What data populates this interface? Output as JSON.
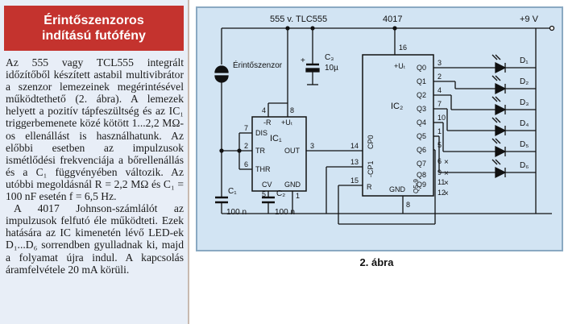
{
  "article": {
    "title_line1": "Érintőszenzoros",
    "title_line2": "indítású futófény",
    "paragraphs": [
      "Az 555 vagy TCL555 integrált időzítőből készített astabil multivibrátor a szenzor lemezeinek megérintésével működtethető (2. ábra). A lemezek helyett a pozitív tápfeszültség és az IC₁ triggerbemenete közé kötött 1...2,2 MΩ-os ellenállást is használhatunk. Az előbbi esetben az impulzusok ismétlődési frekvenciája a bőrellenállás és a C₁ függvényében változik. Az utóbbi megoldásnál R = 2,2 MΩ és C₁ = 100 nF esetén f = 6,5 Hz.",
      "A 4017 Johnson-számlálót az impulzusok felfutó éle működteti. Ezek hatására az IC kimenetén lévő LED-ek D₁...D₆ sorrendben gyulladnak ki, majd a folyamat újra indul. A kapcsolás áramfelvétele 20 mA körüli."
    ]
  },
  "schematic": {
    "ic1_name": "555 v. TLC555",
    "ic2_name": "4017",
    "supply": "+9 V",
    "sensor": "Érintőszenzor",
    "c3_name": "C₃",
    "c3_value": "10µ",
    "ic1_label": "IC₁",
    "ic2_label": "IC₂",
    "ic1_pins": {
      "reset": "-R",
      "vcc": "+Uₜ",
      "dis": "DIS",
      "tr": "TR",
      "thr": "THR",
      "out": "OUT",
      "cv": "CV",
      "gnd": "GND",
      "n4": "4",
      "n8": "8",
      "n7": "7",
      "n2": "2",
      "n6": "6",
      "n3": "3",
      "n5": "5",
      "n1": "1"
    },
    "ic2_pins": {
      "vcc": "+Uₜ",
      "cp0": "CP0",
      "cp1": "-CP1",
      "r": "R",
      "gnd": "GND",
      "q59": "Q5-9",
      "n16": "16",
      "n14": "14",
      "n13": "13",
      "n15": "15",
      "n8": "8",
      "n12": "12"
    },
    "outputs": [
      {
        "q": "Q0",
        "pin": "3"
      },
      {
        "q": "Q1",
        "pin": "2"
      },
      {
        "q": "Q2",
        "pin": "4"
      },
      {
        "q": "Q3",
        "pin": "7"
      },
      {
        "q": "Q4",
        "pin": "10"
      },
      {
        "q": "Q5",
        "pin": "1"
      },
      {
        "q": "Q6",
        "pin": "5"
      },
      {
        "q": "Q7",
        "pin": "6"
      },
      {
        "q": "Q8",
        "pin": "9"
      },
      {
        "q": "Q9",
        "pin": "11"
      }
    ],
    "leds": [
      "D₁",
      "D₂",
      "D₃",
      "D₄",
      "D₅",
      "D₆"
    ],
    "c1_name": "C₁",
    "c1_value": "100 n",
    "c2_name": "C₂",
    "c2_value": "100 n",
    "caption": "2. ábra"
  }
}
